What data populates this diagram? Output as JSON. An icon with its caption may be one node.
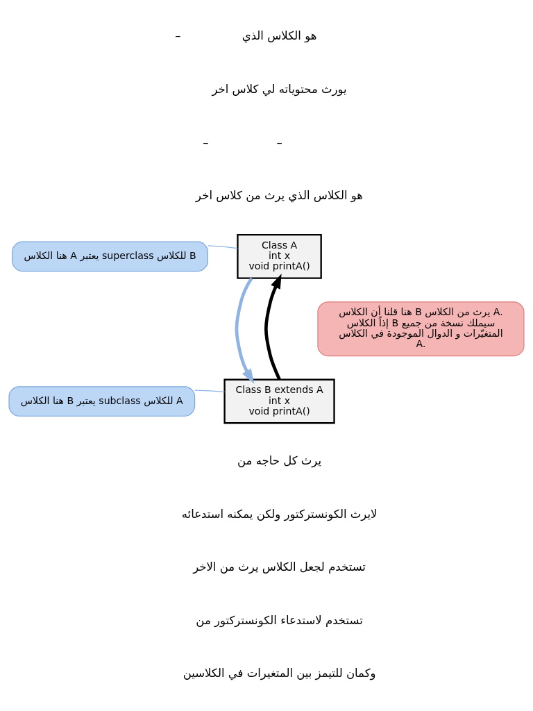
{
  "diagram": {
    "nodes": [
      {
        "text": [
          "Class A",
          "int x",
          "void printA()"
        ]
      },
      {
        "text": [
          "Class B extends A",
          "int x",
          "void printA()"
        ]
      },
      {
        "text": [
          "هنا الكلاس A يعتبر superclass للكلاس B"
        ]
      },
      {
        "text": [
          "هنا الكلاس B يعتبر subclass للكلاس A"
        ]
      },
      {
        "text": [
          "هنا قلنا أن الكلاس B يرث من الكلاس A. إذاً الكلاس B سيملك نسخة من جميع المتغيّرات و الدوال الموجودة في الكلاس A."
        ]
      }
    ],
    "edges": [
      {
        "from": 1,
        "to": 0,
        "arrow": "to",
        "style": "thick",
        "color": "#000000"
      },
      {
        "from": 2,
        "to": 0,
        "arrow": "none",
        "color": "#8fb4e3"
      },
      {
        "from": 3,
        "to": 1,
        "arrow": "none",
        "color": "#8fb4e3"
      },
      {
        "from": 0,
        "to": 1,
        "arrow": "to",
        "style": "thick",
        "color": "#8fb4e3"
      }
    ],
    "labels": [
      "هو الكلاس الذي",
      "–",
      "يورث محتوياته لي كلاس اخر",
      "–",
      "–",
      "هو الكلاس الذي يرث من كلاس اخر",
      "يرث كل حاجه من",
      "لايرث الكونستركتور ولكن يمكنه استدعائه",
      "تستخدم لجعل الكلاس يرث من الاخر",
      "تستخدم لاستدعاء الكونستركتور من",
      "وكمان للتيمز بين المتغيرات في الكلاسين"
    ]
  }
}
